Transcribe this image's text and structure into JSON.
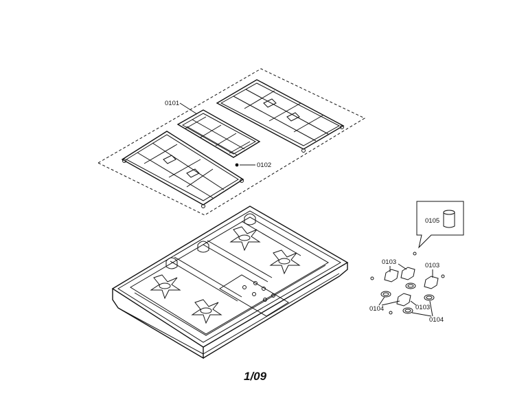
{
  "labels": {
    "grates": "0101",
    "foot": "0102",
    "knob_left": "0103",
    "knob_right": "0103",
    "knob_lower": "0103",
    "ring_left": "0104",
    "ring_right": "0104",
    "cap_detail": "0105"
  },
  "page_number": "1/09"
}
